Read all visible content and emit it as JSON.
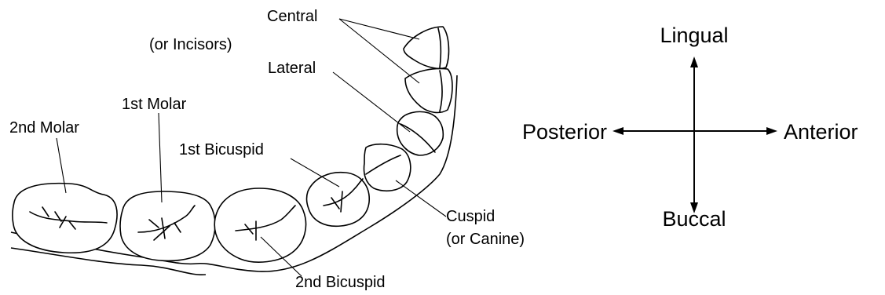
{
  "labels": {
    "central": "Central",
    "or_incisors": "(or Incisors)",
    "lateral": "Lateral",
    "first_molar": "1st Molar",
    "second_molar": "2nd Molar",
    "first_bicuspid": "1st Bicuspid",
    "cuspid": "Cuspid",
    "or_canine": "(or Canine)",
    "second_bicuspid": "2nd Bicuspid"
  },
  "directions": {
    "lingual": "Lingual",
    "buccal": "Buccal",
    "posterior": "Posterior",
    "anterior": "Anterior"
  }
}
